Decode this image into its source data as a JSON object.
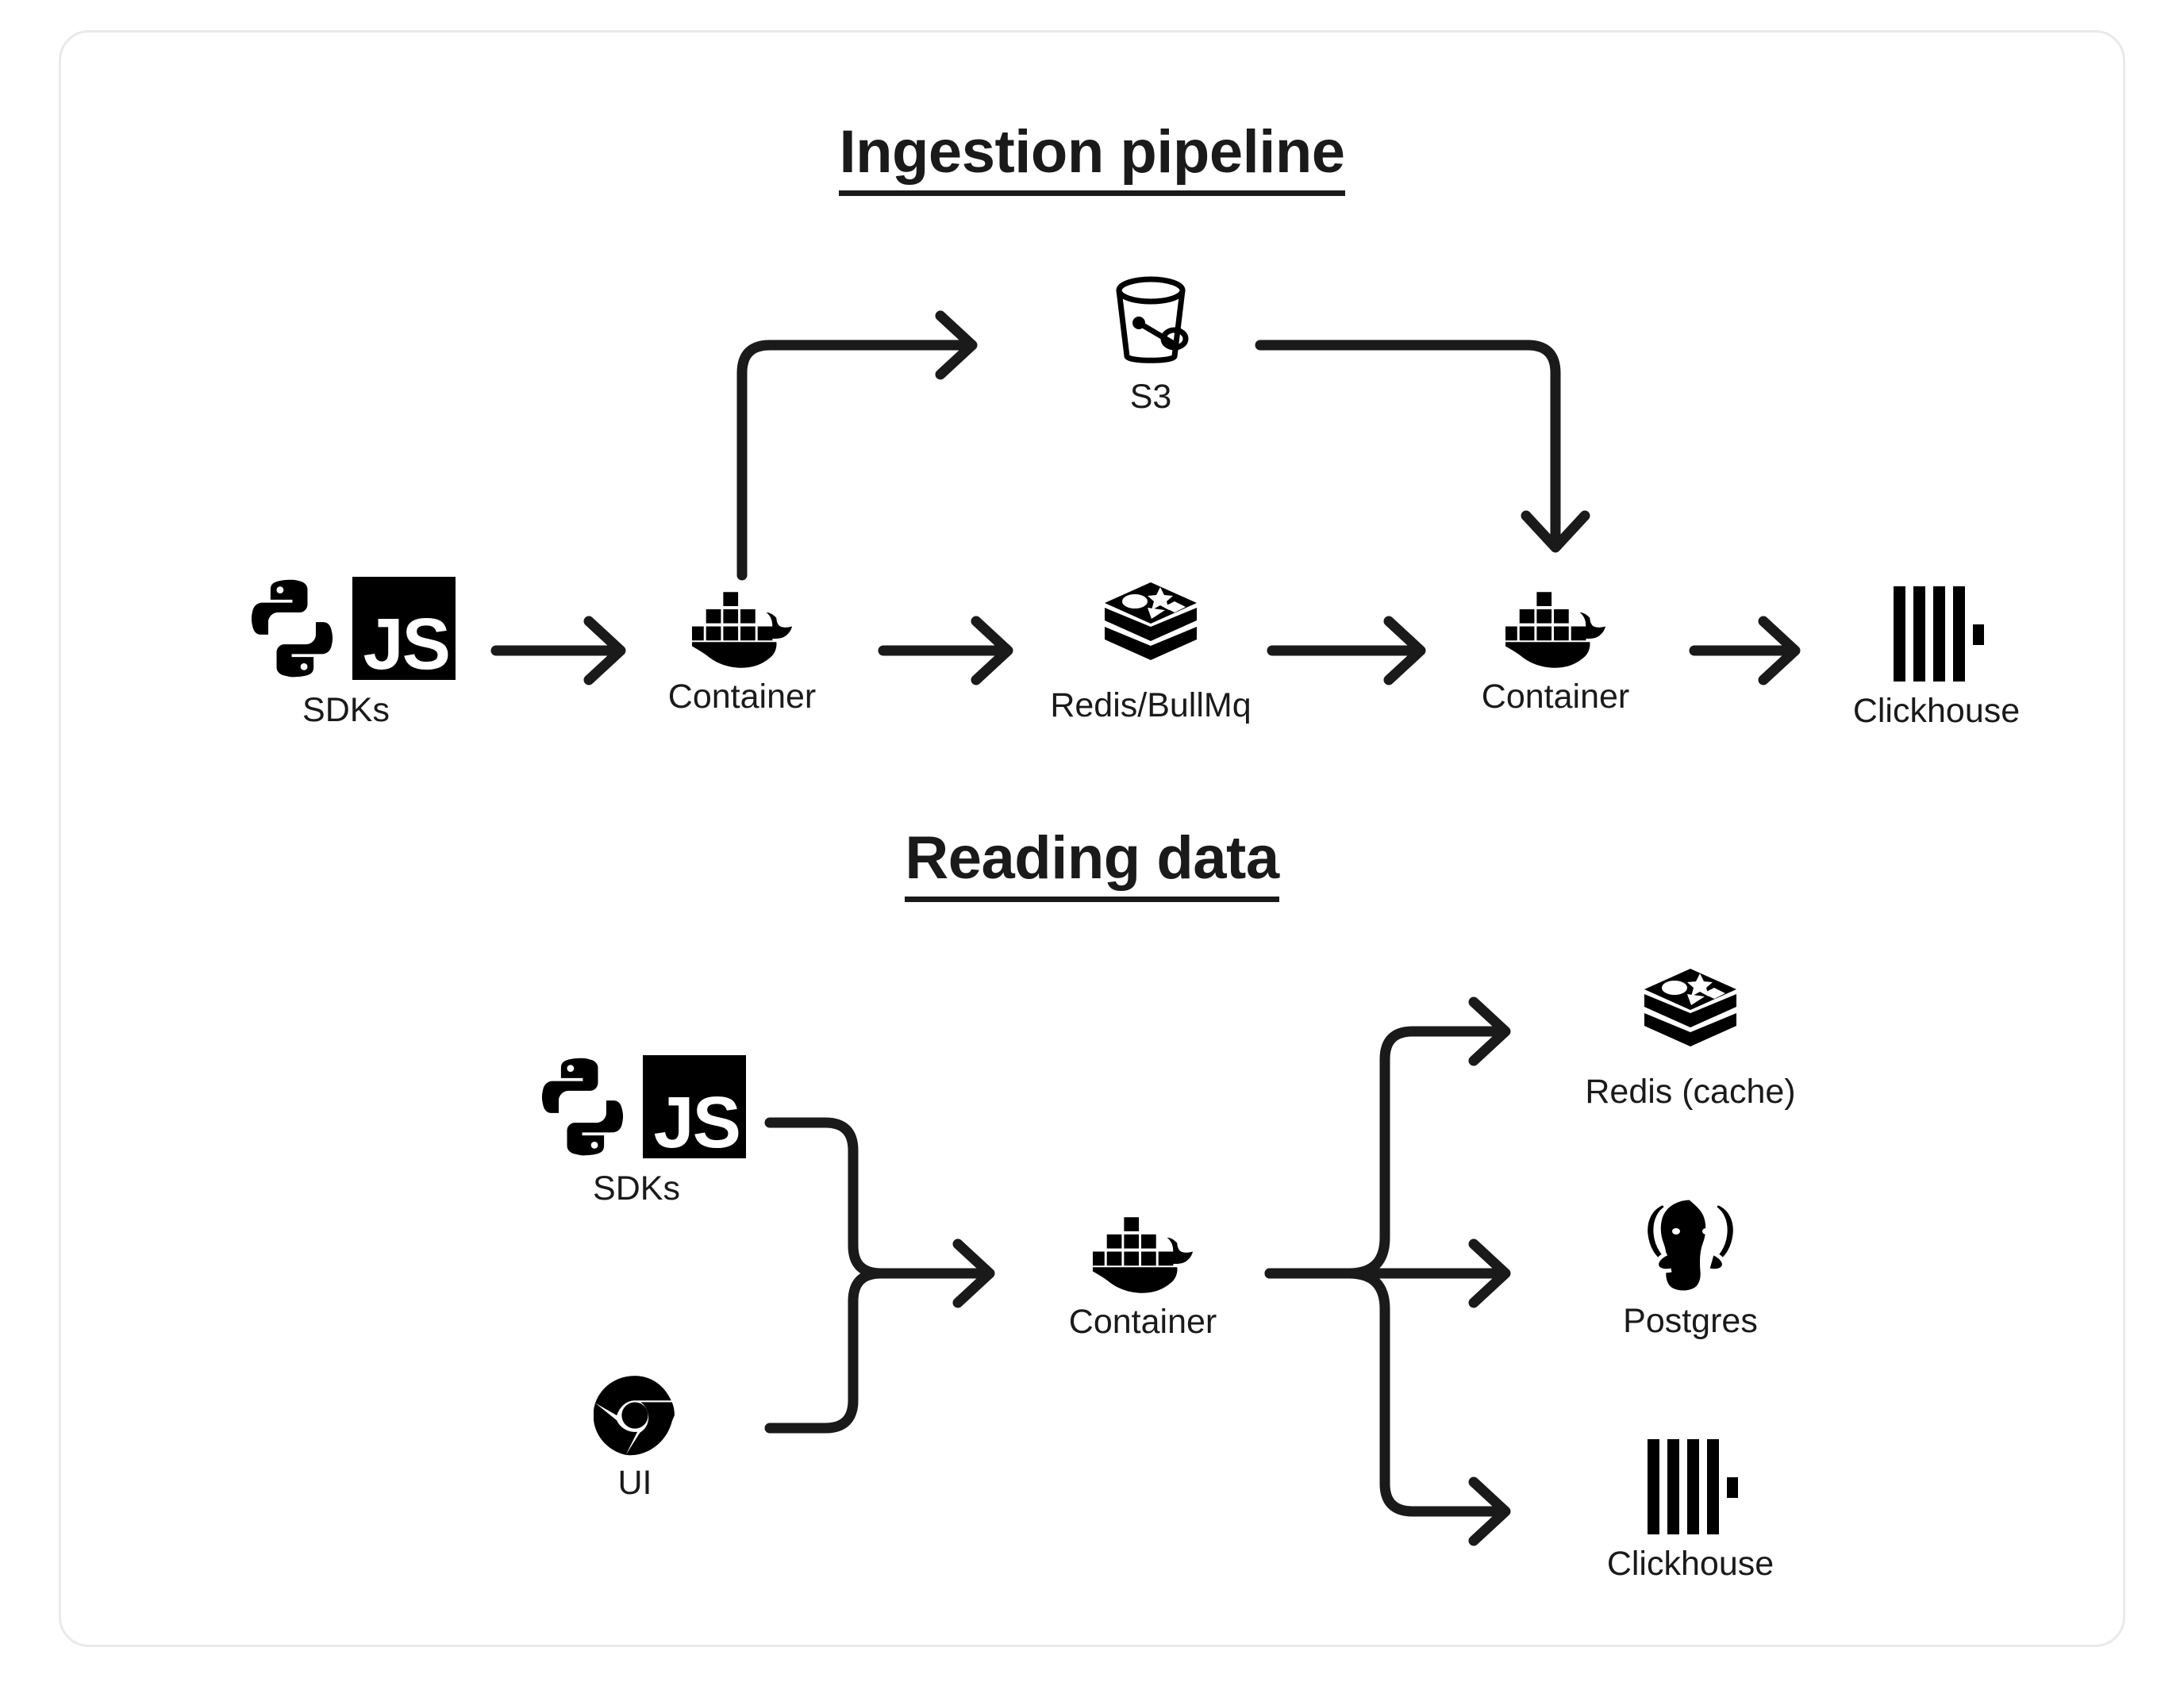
{
  "diagram": {
    "title_ingestion": "Ingestion pipeline",
    "title_reading": "Reading data",
    "accent_color": "#1a1a1a",
    "border_color": "#e9e9e9",
    "background": "#ffffff"
  },
  "ingestion": {
    "nodes": [
      {
        "id": "sdks",
        "label": "SDKs",
        "icon": "python-js-sdk-icon"
      },
      {
        "id": "container1",
        "label": "Container",
        "icon": "docker-whale-icon"
      },
      {
        "id": "redis",
        "label": "Redis/BullMq",
        "icon": "redis-stack-icon"
      },
      {
        "id": "container2",
        "label": "Container",
        "icon": "docker-whale-icon"
      },
      {
        "id": "clickhouse",
        "label": "Clickhouse",
        "icon": "clickhouse-bars-icon"
      },
      {
        "id": "s3",
        "label": "S3",
        "icon": "bucket-icon"
      }
    ],
    "edges": [
      {
        "from": "sdks",
        "to": "container1",
        "style": "straight"
      },
      {
        "from": "container1",
        "to": "s3",
        "style": "elbow-up-right"
      },
      {
        "from": "container1",
        "to": "redis",
        "style": "straight"
      },
      {
        "from": "s3",
        "to": "container2",
        "style": "elbow-right-down"
      },
      {
        "from": "redis",
        "to": "container2",
        "style": "straight"
      },
      {
        "from": "container2",
        "to": "clickhouse",
        "style": "straight"
      }
    ]
  },
  "reading": {
    "nodes": [
      {
        "id": "sdks",
        "label": "SDKs",
        "icon": "python-js-sdk-icon"
      },
      {
        "id": "ui",
        "label": "UI",
        "icon": "chrome-browser-icon"
      },
      {
        "id": "container",
        "label": "Container",
        "icon": "docker-whale-icon"
      },
      {
        "id": "redis_cache",
        "label": "Redis (cache)",
        "icon": "redis-stack-icon"
      },
      {
        "id": "postgres",
        "label": "Postgres",
        "icon": "postgres-elephant-icon"
      },
      {
        "id": "clickhouse",
        "label": "Clickhouse",
        "icon": "clickhouse-bars-icon"
      }
    ],
    "edges": [
      {
        "from": "sdks",
        "to": "container",
        "style": "merge-top"
      },
      {
        "from": "ui",
        "to": "container",
        "style": "merge-bottom"
      },
      {
        "from": "container",
        "to": "redis_cache",
        "style": "fan-up"
      },
      {
        "from": "container",
        "to": "postgres",
        "style": "fan-straight"
      },
      {
        "from": "container",
        "to": "clickhouse",
        "style": "fan-down"
      }
    ]
  }
}
